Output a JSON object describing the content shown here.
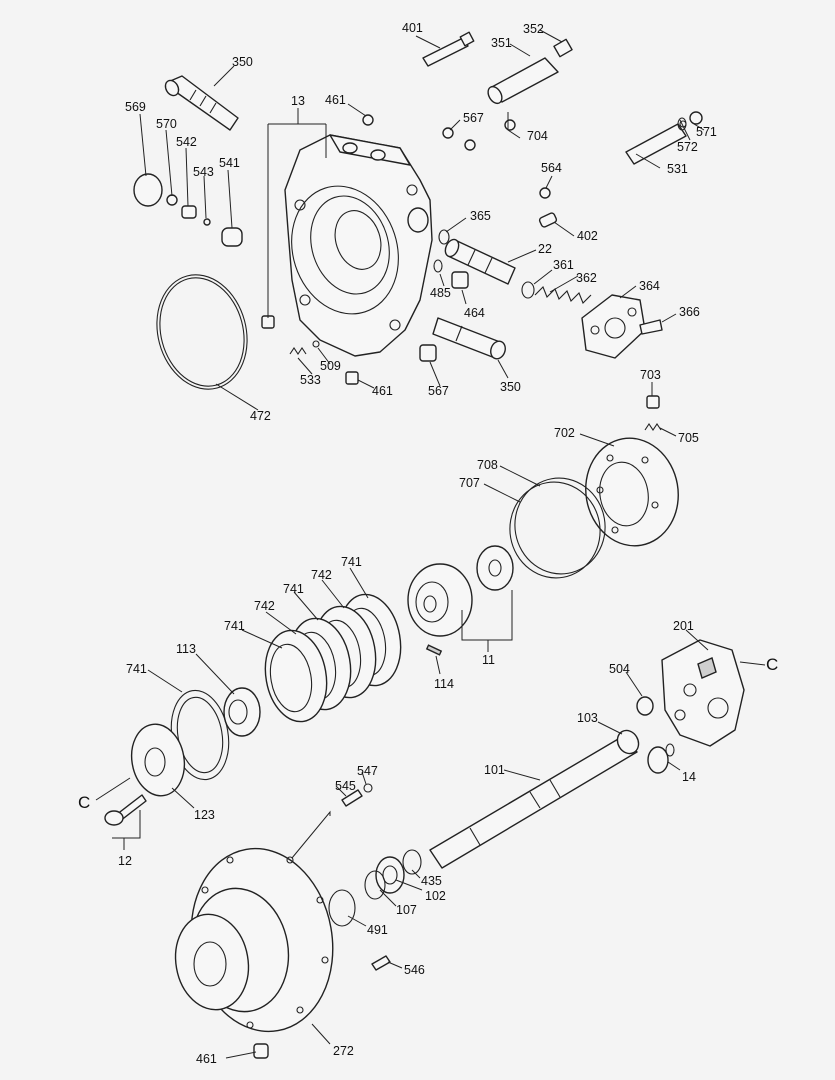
{
  "callouts": [
    {
      "id": "401",
      "text": "401"
    },
    {
      "id": "352",
      "text": "352"
    },
    {
      "id": "351",
      "text": "351"
    },
    {
      "id": "350a",
      "text": "350"
    },
    {
      "id": "13",
      "text": "13"
    },
    {
      "id": "461a",
      "text": "461"
    },
    {
      "id": "567a",
      "text": "567"
    },
    {
      "id": "704",
      "text": "704"
    },
    {
      "id": "571",
      "text": "571"
    },
    {
      "id": "572",
      "text": "572"
    },
    {
      "id": "569",
      "text": "569"
    },
    {
      "id": "570",
      "text": "570"
    },
    {
      "id": "542",
      "text": "542"
    },
    {
      "id": "543",
      "text": "543"
    },
    {
      "id": "541",
      "text": "541"
    },
    {
      "id": "531",
      "text": "531"
    },
    {
      "id": "564",
      "text": "564"
    },
    {
      "id": "365",
      "text": "365"
    },
    {
      "id": "402",
      "text": "402"
    },
    {
      "id": "22",
      "text": "22"
    },
    {
      "id": "361",
      "text": "361"
    },
    {
      "id": "362",
      "text": "362"
    },
    {
      "id": "364",
      "text": "364"
    },
    {
      "id": "485",
      "text": "485"
    },
    {
      "id": "464",
      "text": "464"
    },
    {
      "id": "366",
      "text": "366"
    },
    {
      "id": "509",
      "text": "509"
    },
    {
      "id": "533",
      "text": "533"
    },
    {
      "id": "461b",
      "text": "461"
    },
    {
      "id": "567b",
      "text": "567"
    },
    {
      "id": "350b",
      "text": "350"
    },
    {
      "id": "472",
      "text": "472"
    },
    {
      "id": "703",
      "text": "703"
    },
    {
      "id": "702",
      "text": "702"
    },
    {
      "id": "705",
      "text": "705"
    },
    {
      "id": "708",
      "text": "708"
    },
    {
      "id": "707",
      "text": "707"
    },
    {
      "id": "741a",
      "text": "741"
    },
    {
      "id": "742a",
      "text": "742"
    },
    {
      "id": "741b",
      "text": "741"
    },
    {
      "id": "742b",
      "text": "742"
    },
    {
      "id": "741c",
      "text": "741"
    },
    {
      "id": "11",
      "text": "11"
    },
    {
      "id": "114",
      "text": "114"
    },
    {
      "id": "113",
      "text": "113"
    },
    {
      "id": "741d",
      "text": "741"
    },
    {
      "id": "201",
      "text": "201"
    },
    {
      "id": "C1",
      "text": "C"
    },
    {
      "id": "504",
      "text": "504"
    },
    {
      "id": "103",
      "text": "103"
    },
    {
      "id": "14",
      "text": "14"
    },
    {
      "id": "123",
      "text": "123"
    },
    {
      "id": "C2",
      "text": "C"
    },
    {
      "id": "101",
      "text": "101"
    },
    {
      "id": "547",
      "text": "547"
    },
    {
      "id": "545",
      "text": "545"
    },
    {
      "id": "12",
      "text": "12"
    },
    {
      "id": "435",
      "text": "435"
    },
    {
      "id": "102",
      "text": "102"
    },
    {
      "id": "107",
      "text": "107"
    },
    {
      "id": "491",
      "text": "491"
    },
    {
      "id": "546",
      "text": "546"
    },
    {
      "id": "272",
      "text": "272"
    },
    {
      "id": "461c",
      "text": "461"
    }
  ]
}
